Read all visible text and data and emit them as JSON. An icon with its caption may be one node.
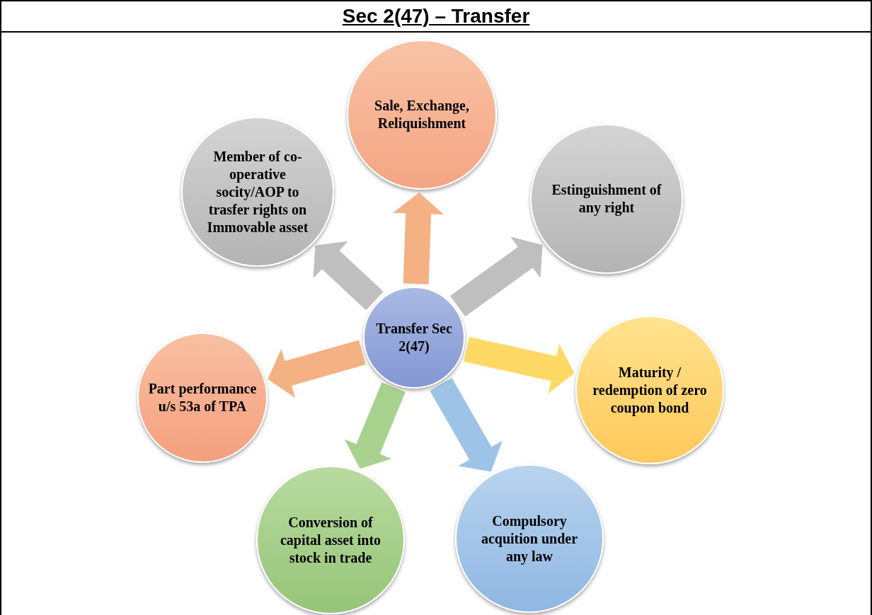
{
  "diagram": {
    "title": "Sec 2(47) – Transfer",
    "nodes": [
      {
        "text": [
          "Transfer Sec 2(47)"
        ]
      },
      {
        "text": [
          "Sale, Exchange, Reliquishment"
        ]
      },
      {
        "text": [
          "Estinguishment of any right"
        ]
      },
      {
        "text": [
          "Maturity / redemption of zero coupon bond"
        ]
      },
      {
        "text": [
          "Compulsory acquition under any law"
        ]
      },
      {
        "text": [
          "Conversion of capital asset into stock in trade"
        ]
      },
      {
        "text": [
          "Part performance u/s 53a of TPA"
        ]
      },
      {
        "text": [
          "Member of co-operative socity/AOP to trasfer rights on Immovable asset"
        ]
      }
    ],
    "edges": [
      {
        "from": 0,
        "to": 1,
        "arrow": "to",
        "color": "#f4b183"
      },
      {
        "from": 0,
        "to": 2,
        "arrow": "to",
        "color": "#bfbfbf"
      },
      {
        "from": 0,
        "to": 3,
        "arrow": "to",
        "color": "#ffd966"
      },
      {
        "from": 0,
        "to": 4,
        "arrow": "to",
        "color": "#9dc3e6"
      },
      {
        "from": 0,
        "to": 5,
        "arrow": "to",
        "color": "#a9d18e"
      },
      {
        "from": 0,
        "to": 6,
        "arrow": "to",
        "color": "#f4b183"
      },
      {
        "from": 0,
        "to": 7,
        "arrow": "to",
        "color": "#bfbfbf"
      }
    ]
  }
}
